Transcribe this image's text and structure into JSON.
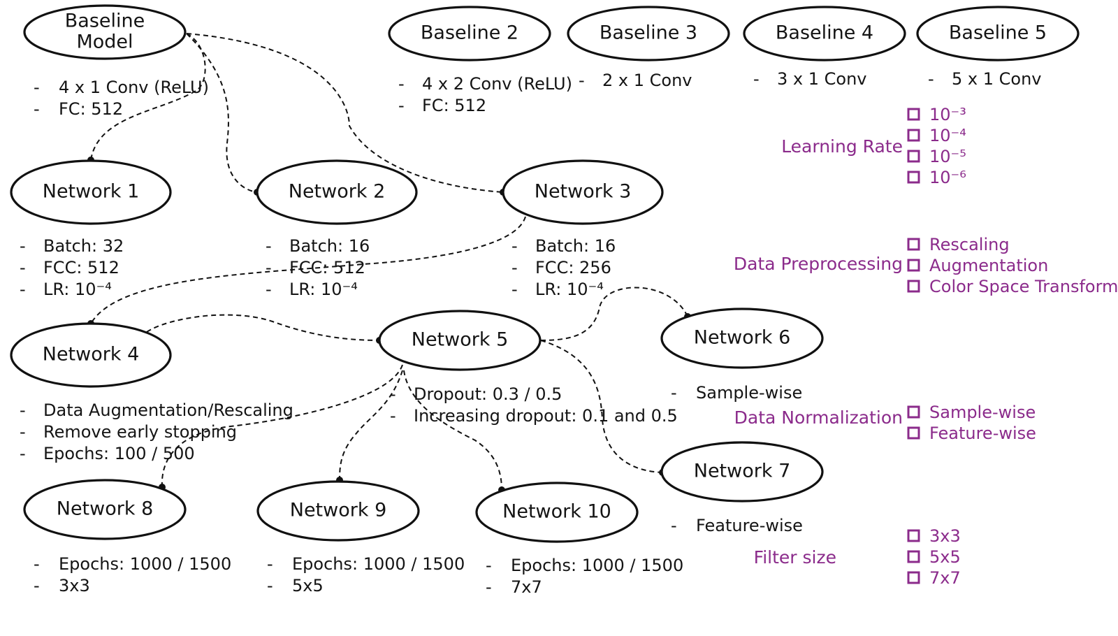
{
  "diagram": {
    "nodes": [
      {
        "id": "baseline",
        "lines": [
          "Baseline",
          "Model"
        ],
        "notes": [
          "4 x 1 Conv (ReLU)",
          "FC: 512"
        ]
      },
      {
        "id": "baseline-2",
        "lines": [
          "Baseline 2"
        ],
        "notes": [
          "4 x 2 Conv (ReLU)",
          "FC: 512"
        ]
      },
      {
        "id": "baseline-3",
        "lines": [
          "Baseline 3"
        ],
        "notes": [
          "2 x 1 Conv"
        ]
      },
      {
        "id": "baseline-4",
        "lines": [
          "Baseline 4"
        ],
        "notes": [
          "3 x 1 Conv"
        ]
      },
      {
        "id": "baseline-5",
        "lines": [
          "Baseline 5"
        ],
        "notes": [
          "5 x 1 Conv"
        ]
      },
      {
        "id": "network-1",
        "lines": [
          "Network 1"
        ],
        "notes": [
          "Batch: 32",
          "FCC: 512",
          "LR: 10⁻⁴"
        ]
      },
      {
        "id": "network-2",
        "lines": [
          "Network 2"
        ],
        "notes": [
          "Batch: 16",
          "FCC: 512",
          "LR: 10⁻⁴"
        ]
      },
      {
        "id": "network-3",
        "lines": [
          "Network 3"
        ],
        "notes": [
          "Batch: 16",
          "FCC: 256",
          "LR: 10⁻⁴"
        ]
      },
      {
        "id": "network-4",
        "lines": [
          "Network 4"
        ],
        "notes": [
          "Data Augmentation/Rescaling",
          "Remove early stopping",
          "Epochs: 100 / 500"
        ]
      },
      {
        "id": "network-5",
        "lines": [
          "Network 5"
        ],
        "notes": [
          "Dropout: 0.3 / 0.5",
          "Increasing dropout: 0.1 and 0.5"
        ]
      },
      {
        "id": "network-6",
        "lines": [
          "Network 6"
        ],
        "notes": [
          "Sample-wise"
        ]
      },
      {
        "id": "network-7",
        "lines": [
          "Network 7"
        ],
        "notes": [
          "Feature-wise"
        ]
      },
      {
        "id": "network-8",
        "lines": [
          "Network 8"
        ],
        "notes": [
          "Epochs: 1000 / 1500",
          "3x3"
        ]
      },
      {
        "id": "network-9",
        "lines": [
          "Network 9"
        ],
        "notes": [
          "Epochs: 1000 / 1500",
          "5x5"
        ]
      },
      {
        "id": "network-10",
        "lines": [
          "Network 10"
        ],
        "notes": [
          "Epochs: 1000 / 1500",
          "7x7"
        ]
      }
    ],
    "edges": [
      {
        "from": "baseline",
        "to": "network-1"
      },
      {
        "from": "baseline",
        "to": "network-2"
      },
      {
        "from": "baseline",
        "to": "network-3"
      },
      {
        "from": "network-3",
        "to": "network-4"
      },
      {
        "from": "network-4",
        "to": "network-5"
      },
      {
        "from": "network-5",
        "to": "network-6"
      },
      {
        "from": "network-5",
        "to": "network-7"
      },
      {
        "from": "network-5",
        "to": "network-8"
      },
      {
        "from": "network-5",
        "to": "network-9"
      },
      {
        "from": "network-5",
        "to": "network-10"
      }
    ]
  },
  "legend": {
    "color": "#8b2b8b",
    "groups": [
      {
        "id": "learning-rate",
        "label": "Learning Rate",
        "options": [
          "10⁻³",
          "10⁻⁴",
          "10⁻⁵",
          "10⁻⁶"
        ]
      },
      {
        "id": "data-preprocessing",
        "label": "Data Preprocessing",
        "options": [
          "Rescaling",
          "Augmentation",
          "Color Space Transform"
        ]
      },
      {
        "id": "data-normalization",
        "label": "Data Normalization",
        "options": [
          "Sample-wise",
          "Feature-wise"
        ]
      },
      {
        "id": "filter-size",
        "label": "Filter size",
        "options": [
          "3x3",
          "5x5",
          "7x7"
        ]
      }
    ]
  }
}
